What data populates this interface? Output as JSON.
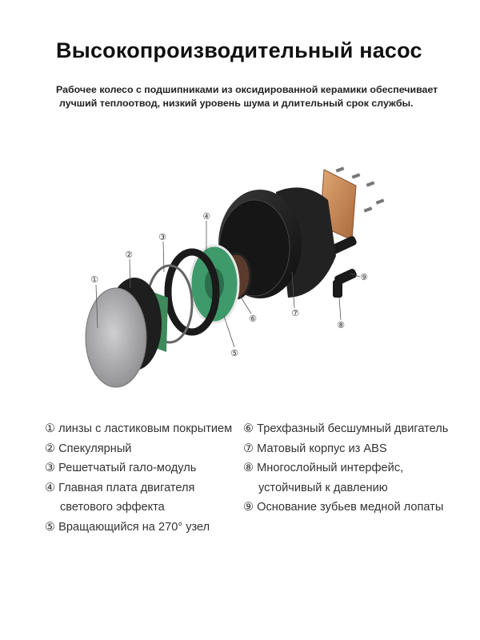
{
  "title": "Высокопроизводительный насос",
  "subtitle": {
    "line1": "Рабочее колесо с подшипниками из оксидированной керамики обеспечивает",
    "line2": "лучший теплоотвод, низкий уровень шума и длительный срок службы."
  },
  "callouts": [
    "①",
    "②",
    "③",
    "④",
    "⑤",
    "⑥",
    "⑦",
    "⑧",
    "⑨"
  ],
  "legend_left": [
    {
      "text": "① линзы с ластиковым покрытием"
    },
    {
      "text": "② Спекулярный"
    },
    {
      "text": "③ Решетчатый гало-модуль"
    },
    {
      "text": "④ Главная плата двигателя"
    },
    {
      "text": "светового эффекта"
    },
    {
      "text": "⑤ Вращающийся на 270° узел"
    }
  ],
  "legend_right": [
    {
      "text": "⑥ Трехфазный бесшумный двигатель"
    },
    {
      "text": "⑦ Матовый корпус из ABS"
    },
    {
      "text": "⑧ Многослойный интерфейс,"
    },
    {
      "text": "устойчивый к давлению"
    },
    {
      "text": "⑨ Основание зубьев медной лопаты"
    }
  ],
  "colors": {
    "pcb": "#3e9a6a",
    "copper": "#c98a5a",
    "housing": "#1c1c1c",
    "lens": "#b9b9bb"
  }
}
